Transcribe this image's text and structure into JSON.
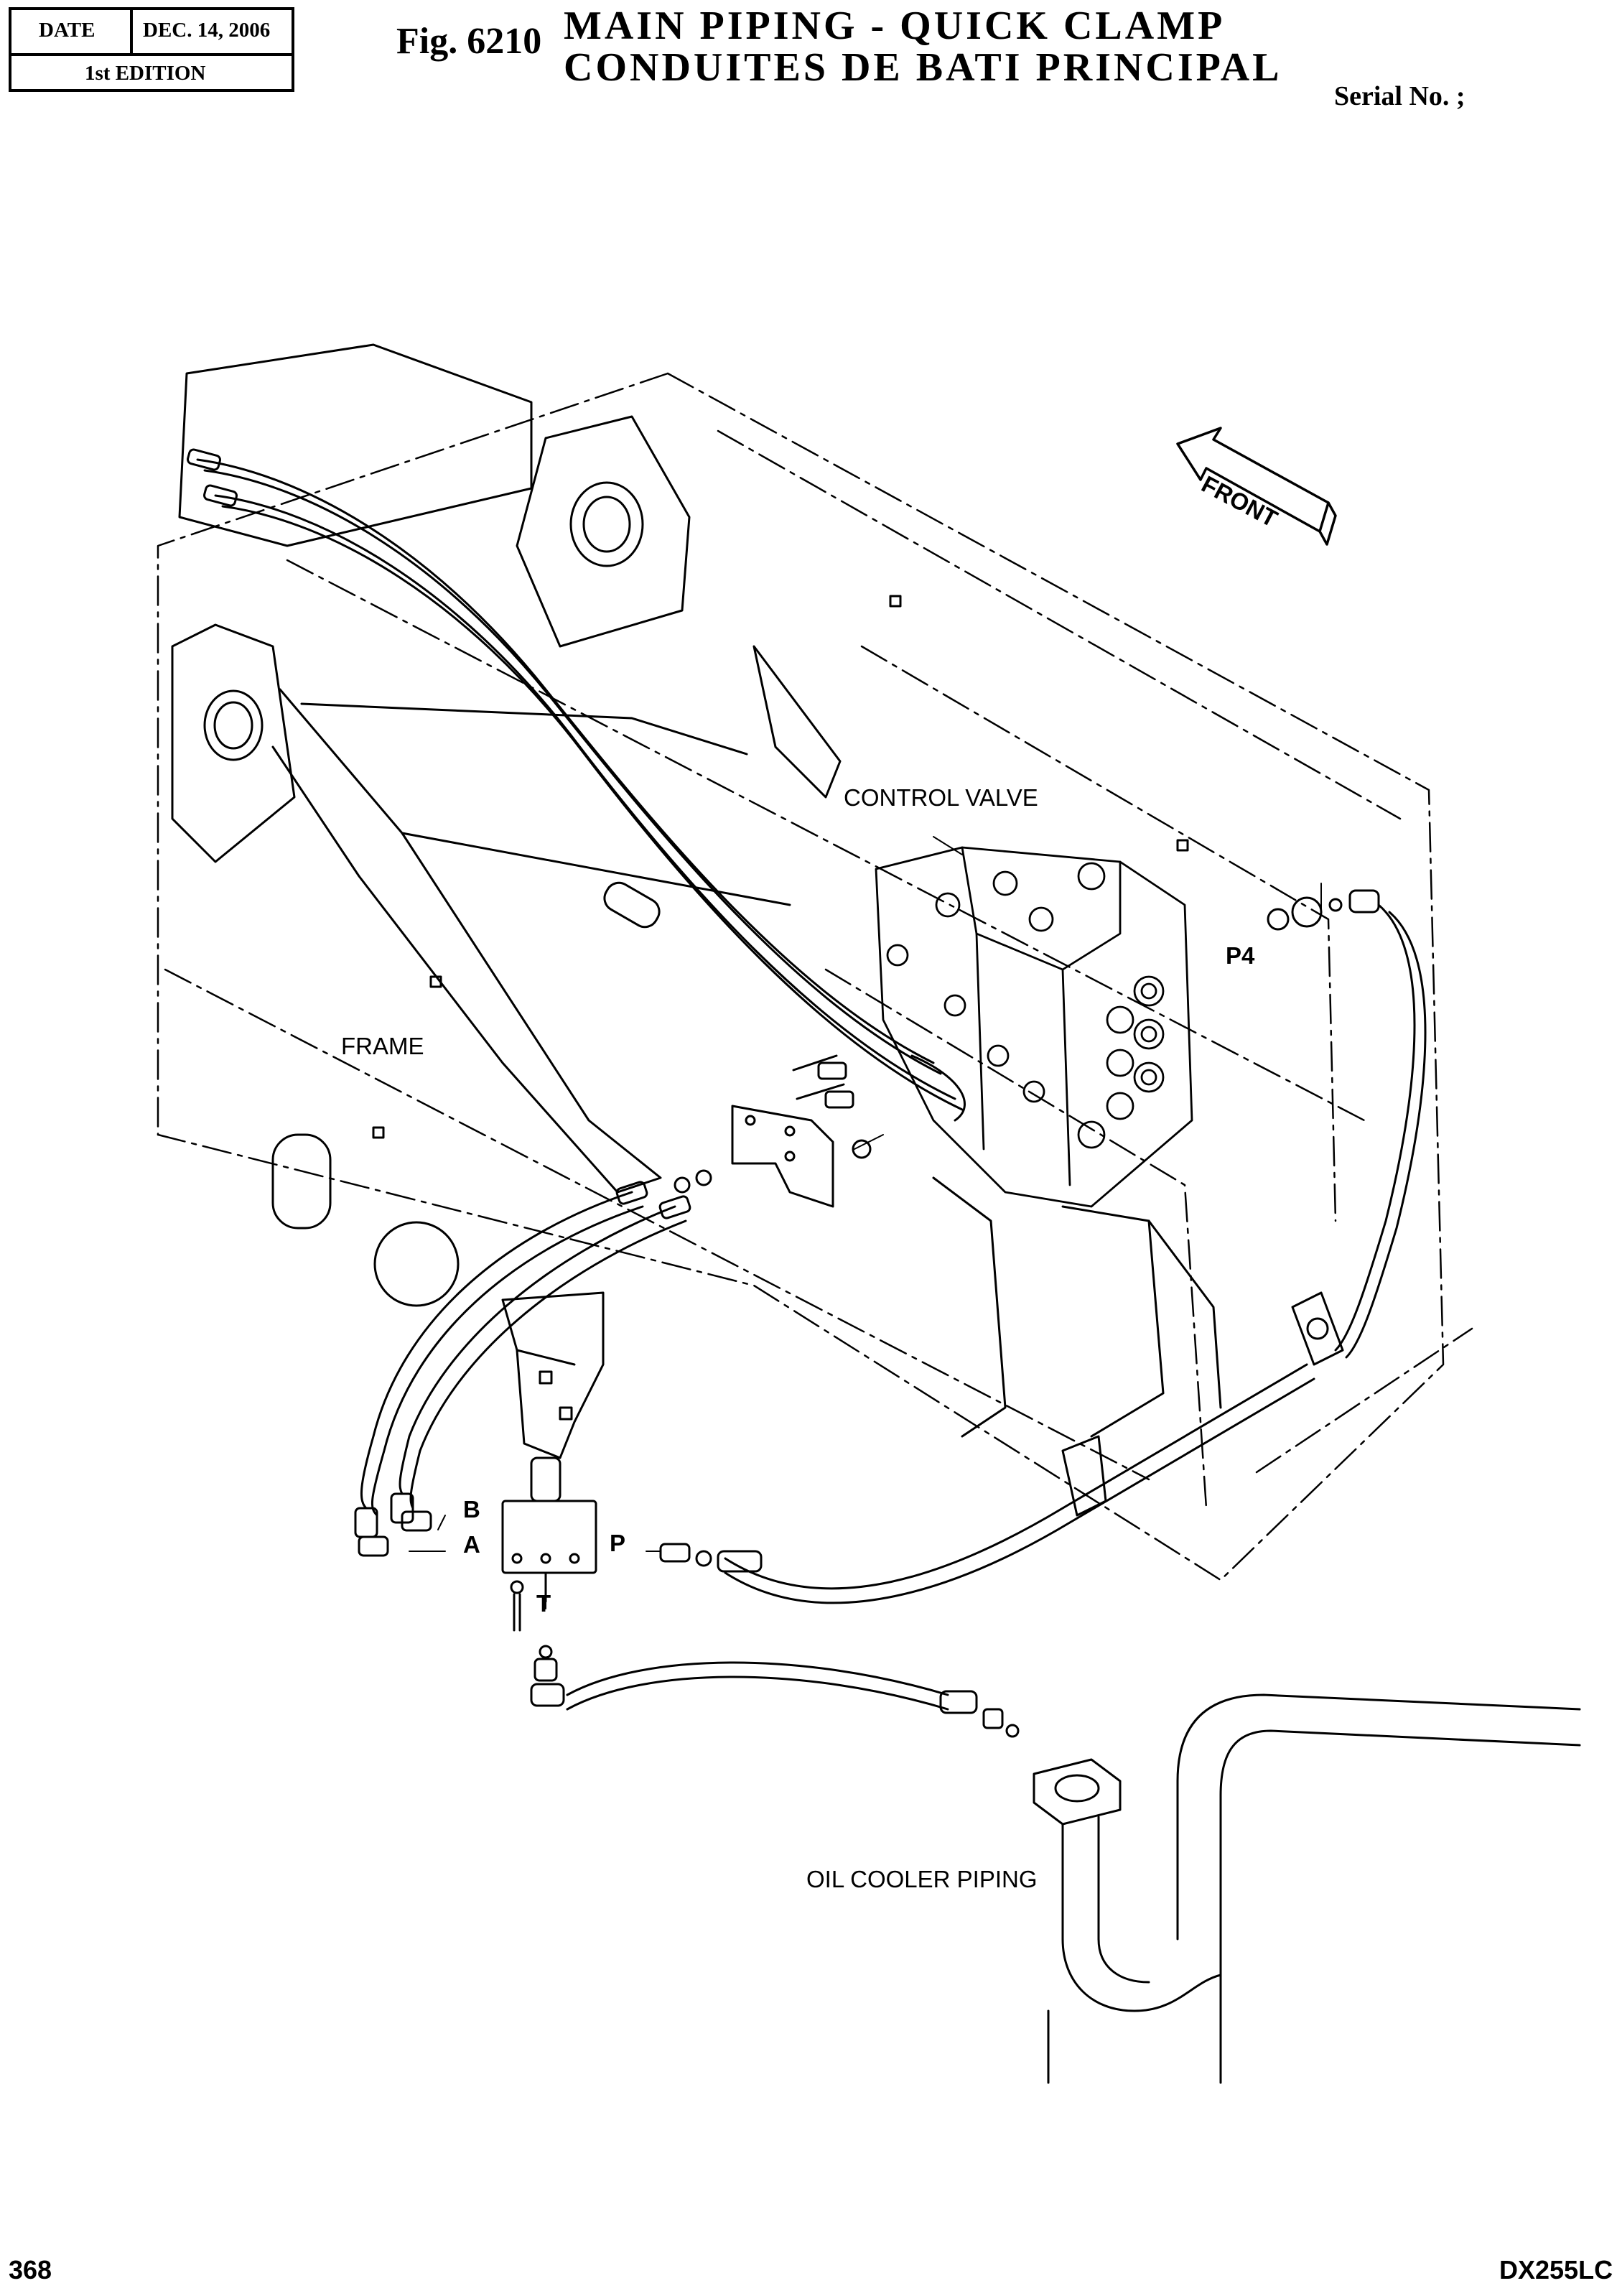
{
  "header": {
    "date_label": "DATE",
    "date_value": "DEC. 14, 2006",
    "edition": "1st EDITION",
    "fig_number": "Fig. 6210",
    "title_en": "MAIN PIPING - QUICK CLAMP",
    "title_fr": "CONDUITES DE BATI PRINCIPAL",
    "serial": "Serial No. ;"
  },
  "labels": {
    "control_valve": "CONTROL VALVE",
    "frame": "FRAME",
    "oil_cooler_piping": "OIL COOLER PIPING",
    "front": "FRONT",
    "port_p4": "P4",
    "port_a": "A",
    "port_b": "B",
    "port_p": "P",
    "port_t": "T"
  },
  "footer": {
    "page_number": "368",
    "model": "DX255LC"
  }
}
